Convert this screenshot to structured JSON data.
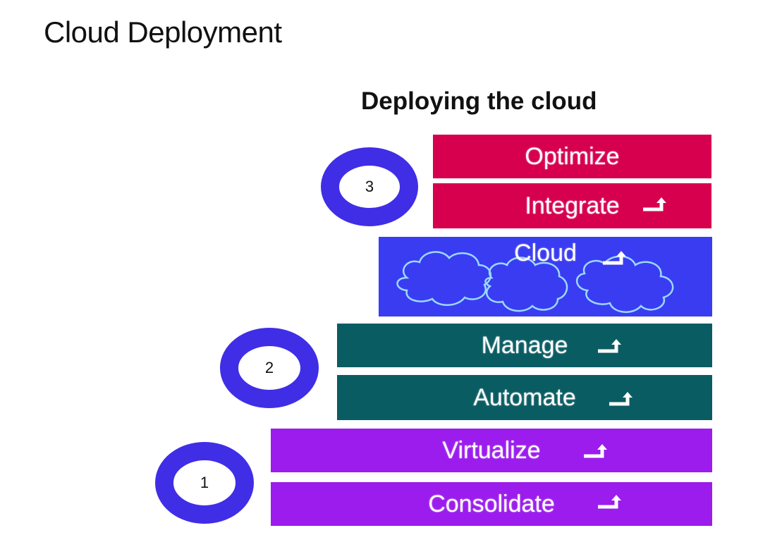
{
  "page": {
    "title": "Cloud Deployment"
  },
  "diagram": {
    "title": "Deploying the cloud",
    "colors": {
      "phase3": "#d6004f",
      "cloud": "#3a3cf2",
      "phase2": "#0a5c63",
      "phase1": "#9b1cec",
      "ring": "#3f2ee6",
      "cloud_outline": "#9ad9ff"
    },
    "steps": [
      {
        "label": "Optimize",
        "arrow": false
      },
      {
        "label": "Integrate",
        "arrow": true
      },
      {
        "label": "Cloud",
        "arrow": true
      },
      {
        "label": "Manage",
        "arrow": true
      },
      {
        "label": "Automate",
        "arrow": true
      },
      {
        "label": "Virtualize",
        "arrow": true
      },
      {
        "label": "Consolidate",
        "arrow": true
      }
    ],
    "phases": [
      {
        "number": "3"
      },
      {
        "number": "2"
      },
      {
        "number": "1"
      }
    ]
  }
}
